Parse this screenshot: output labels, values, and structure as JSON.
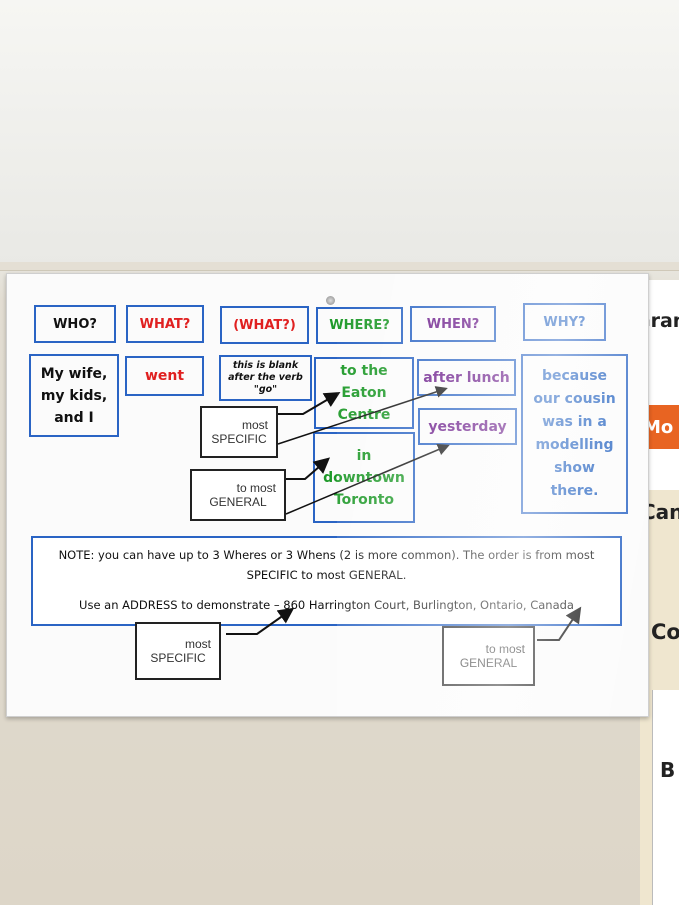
{
  "headers": [
    {
      "label": "WHO?",
      "color": "#111111"
    },
    {
      "label": "WHAT?",
      "color": "#e02020"
    },
    {
      "label": "(WHAT?)",
      "color": "#e02020"
    },
    {
      "label": "WHERE?",
      "color": "#1f9a2a"
    },
    {
      "label": "WHEN?",
      "color": "#6a1a8a"
    },
    {
      "label": "WHY?",
      "color": "#1f5fbf"
    }
  ],
  "cells": {
    "who": [
      "My wife,",
      "my kids,",
      "and I"
    ],
    "what": "went",
    "what2": [
      "this is blank",
      "after the verb",
      "\"go\""
    ],
    "where1": [
      "to the",
      "Eaton",
      "Centre"
    ],
    "where2": [
      "in",
      "downtown",
      "Toronto"
    ],
    "when1": "after lunch",
    "when2": "yesterday",
    "why": [
      "because",
      "our cousin",
      "was in a",
      "modelling",
      "show",
      "there."
    ]
  },
  "labels": {
    "specific": [
      "most",
      "SPECIFIC"
    ],
    "general": [
      "to most",
      "GENERAL"
    ]
  },
  "note": {
    "line1": "NOTE: you can have up to 3 Wheres or 3 Whens (2 is more common). The order is from most",
    "line2": "SPECIFIC to most GENERAL.",
    "line3": "Use an ADDRESS to demonstrate – 860 Harrington Court, Burlington, Ontario, Canada"
  },
  "right_board": {
    "text1": "Gran",
    "text2": "Mo",
    "text3": "Can",
    "text4": "Co",
    "text5": "B"
  },
  "colors": {
    "box_border": "#2a64c4",
    "orange_tab": "#e86422"
  }
}
